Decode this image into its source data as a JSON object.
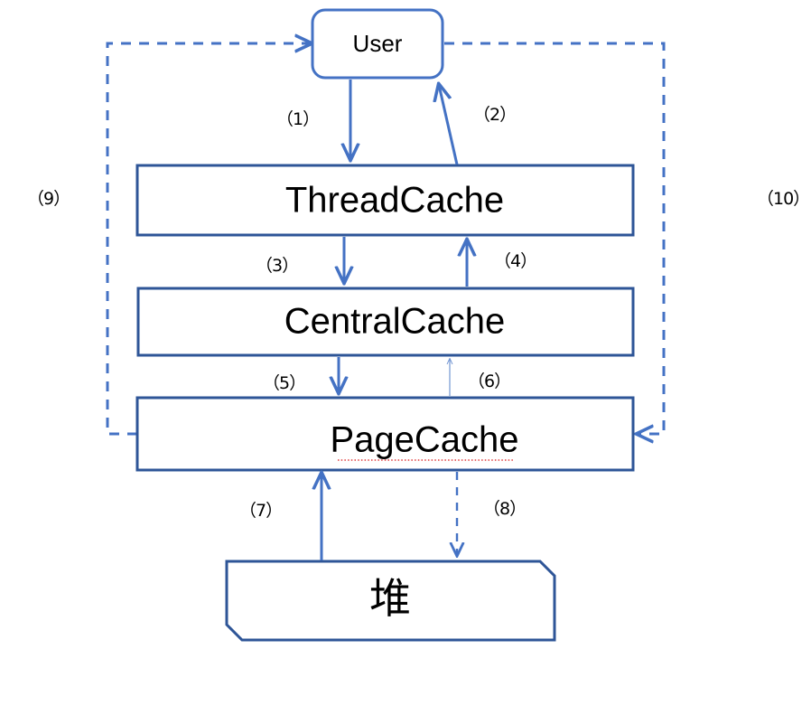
{
  "diagram": {
    "title": "",
    "accent_color": "#4472C4",
    "box_border_color": "#2E5597",
    "spellcheck_color": "#E03A3A",
    "nodes": [
      {
        "id": "user",
        "label": "User",
        "shape": "rounded-rect"
      },
      {
        "id": "thread_cache",
        "label": "ThreadCache",
        "shape": "rect"
      },
      {
        "id": "central_cache",
        "label": "CentralCache",
        "shape": "rect",
        "spellcheck": false
      },
      {
        "id": "page_cache",
        "label": "PageCache",
        "shape": "rect",
        "spellcheck": true
      },
      {
        "id": "heap",
        "label": "堆",
        "shape": "beveled-rect"
      }
    ],
    "edges": [
      {
        "id": "e1",
        "label": "（1）",
        "from": "user",
        "to": "thread_cache",
        "style": "solid",
        "direction": "down"
      },
      {
        "id": "e2",
        "label": "（2）",
        "from": "thread_cache",
        "to": "user",
        "style": "solid",
        "direction": "up"
      },
      {
        "id": "e3",
        "label": "（3）",
        "from": "thread_cache",
        "to": "central_cache",
        "style": "solid",
        "direction": "down"
      },
      {
        "id": "e4",
        "label": "（4）",
        "from": "central_cache",
        "to": "thread_cache",
        "style": "solid",
        "direction": "up"
      },
      {
        "id": "e5",
        "label": "（5）",
        "from": "central_cache",
        "to": "page_cache",
        "style": "solid",
        "direction": "down"
      },
      {
        "id": "e6",
        "label": "（6）",
        "from": "page_cache",
        "to": "central_cache",
        "style": "faint",
        "direction": "up"
      },
      {
        "id": "e7",
        "label": "（7）",
        "from": "heap",
        "to": "page_cache",
        "style": "solid",
        "direction": "up"
      },
      {
        "id": "e8",
        "label": "（8）",
        "from": "page_cache",
        "to": "heap",
        "style": "dashed",
        "direction": "down"
      },
      {
        "id": "e9",
        "label": "（9）",
        "from": "page_cache",
        "to": "user",
        "style": "dashed",
        "direction": "left-up-right"
      },
      {
        "id": "e10",
        "label": "（10）",
        "from": "user",
        "to": "page_cache",
        "style": "dashed",
        "direction": "right-down-left"
      }
    ]
  }
}
